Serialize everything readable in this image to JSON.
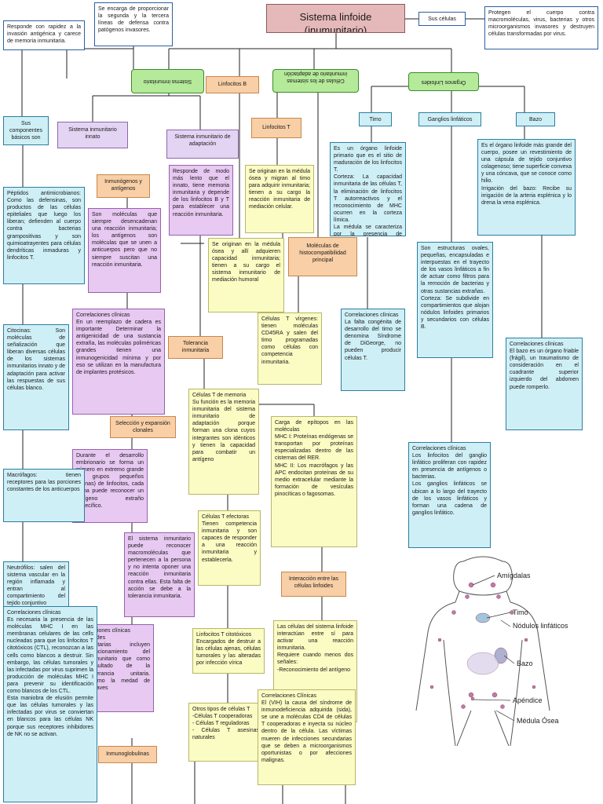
{
  "title": "Sistema linfoide (inumunitario)",
  "sus_celulas": "Sus células",
  "protegen": "Protegen el cuerpo contra macromoléculas, virus, bacterias y otros microorganismos invasores y destruyen células transformadas por virus.",
  "responde_rapidez": "Responde con rapidez a la invasión antigénica y carece de memoria inmunitaria.",
  "se_encarga": "Se encarga de proporcionar la segunda y la tercera líneas de defensa contra patógenos invasores.",
  "sistema_inmunitario": "Sistema inmunitario",
  "linfocitos_b": "Linfocitos B",
  "celulas_sistema": "Células de los sistemas inmunitario de adaptación",
  "organos_linfoides": "Órganos Linfoides",
  "sus_componentes": "Sus componentes básicos son",
  "innato": "Sistema inmunitario innato",
  "adaptacion": "Sistema inmunitario de adaptación",
  "linfocitos_t": "Linfocitos T",
  "timo": "Timo",
  "ganglios": "Ganglios linfáticos",
  "bazo": "Bazo",
  "inmunogenos": "Inmunógenos y antígenos",
  "responde_modo": "Responde de modo más lento que el innato, tiene memoria inmunitaria y depende de los linfocitos B y T para establecer una reacción inmunitaria.",
  "originan_t": "Se originan en la médula ósea y migran al timo para adquirir inmunitaria; tienen a su cargo la reacción inmunitaria de mediación celular.",
  "timo_desc": "Es un órgano linfoide primario que es el sitio de maduración de los linfocitos T.\nCorteza: La capacidad inmunitaria de las células T, la eliminación de linfocitos T autorreactivos y el reconocimiento de MHC ocurren en la corteza límica.\nLa médula se caracteriza por la presencia de corpúsculos de Hassal.",
  "bazo_desc": "Es el órgano linfoide más grande del cuerpo, posee un revestimiento de una cápsula de tejido conjuntivo colagenoso; tiene superficie convexa y una cóncava, que se conoce como hilio.\nIrrigación del bazo: Recibe su irrigación de la arteria esplénica y lo drena la vena esplénica.",
  "peptidos": "Péptidos antimicrobianos: Como las defensinas, son productos de las células epiteliales que luego los liberan; defienden al cuerpo contra bacterias grampositivas y son quimioatrayentes para células dendríticas inmaduras y linfocitos T.",
  "moleculas_ag": "Son moléculas que siempre desencadenan una reacción inmunitaria; los antígenos son moléculas que se unen a anticuerpos pero que no siempre suscitan una reacción inmunitaria.",
  "originan_b": "Se originan en la médula ósea y allí adquieren capacidad inmunitaria; tienen a su cargo el sistema inmunitario de mediación humoral",
  "mhc": "Moléculas de histocompatibilidad principal",
  "ganglios_desc": "Son estructuras ovales, pequeñas, encapsuladas e interpuestas en el trayecto de los vasos linfáticos a fin de actuar como filtros para la remoción de bacterias y otras sustancias extrañas.\nCorteza: Se subdivide en compartimientos que alojan nódulos linfoides primarios y secundarios con células B.",
  "citocinas": "Citocinas: Son moléculas de señalización que liberan diversas células de los sistemas inmunitarios innato y de adaptación para activar las respuestas de sus células blanco.",
  "corr1": "Correlaciones clínicas\nEn un reemplazo de cadera es importante Determinar la antigenicidad de una sustancia extraña, las moléculas poliméricas grandes tienen una inmunogenicidad mínima y por eso se utilizan en la manufactura de implantes protésicos.",
  "tolerancia": "Tolerancia inmunitaria",
  "virgenes": "Células T vírgenes: tienen moléculas CD45RA y salen del timo programadas como células con competencia inmunitaria.",
  "corr_timo": "Correlaciones clínicas\nLa falta congénita de desarrollo del timo se denomina Síndrome de DiGeorge, no pueden producir células T.",
  "corr_bazo": "Correlaciones clínicas\nEl bazo es un órgano friable (frágil), un traumatismo de consideración en el cuadrante superior izquierdo del abdomen puede romperlo.",
  "memoria": "Células T de memoria\nSu función es la memoria inmunitaria del sistema inmunitario de adaptación porque forman una clona cuyos integrantes son idénticos y tienen la capacidad para combatir un antígeno",
  "seleccion": "Selección y expansión clonales",
  "carga": "Carga de epítopos en las moléculas\nMHC I: Proteínas endógenas se transportan por proteínas especializadas dentro de las cisternas del RER.\nMHC II: Los macrófagos y las APC endocitan proteínas de su medio extracelular mediante la formación de vesículas pinocíticas o fagosomas.",
  "durante": "Durante el desarrollo embrionario se forma un número en extremo grande de grupos pequeños (clonas) de linfocitos, cada clona puede reconocer un antígeno extraño específico.",
  "macrofagos": "Macrófagos: tienen receptores para las porciones constantes de los anticuerpos",
  "efectoras": "Células T efectoras\nTienen competencia inmunitaria y son capaces de responder a una reacción inmunitaria y establecerla.",
  "corr_ganglios": "Correlaciones clínicas\nLos linfocitos del ganglio linfático proliferan con rapidez en presencia de antígenos o bacterias.\nLos ganglios linfáticos se ubican a lo largo del trayecto de los vasos linfáticos y forman una cadena de ganglios linfático.",
  "reconocer": "El sistema inmunitario puede reconocer macromoléculas que pertenecen a la persona y no intenta oponer una reacción inmunitaria contra ellas. Esta falta de acción se debe a la tolerancia inmunitaria.",
  "neutrofilos": "Neutrófilos: salen del sistema vascular en la región inflamada y entran al compartimiento del tejido conjuntivo",
  "interaccion": "Interacción entre las células linfoides",
  "corr_mhc": "Correlaciones clínicas\nEs necesaria la presencia de las moléculas MHC I en las membranas celulares de las cells nucleadas para que los linfocitos T citotóxicos (CTL), reconozcan a las cells como blancos a destruir. Sin embargo, las células tumorales y las infectadas por virus suprimen la producción de moléculas MHC I para prevenir su identificación como blancos de los CTL.\nEsta maniobra de elusión permite que las células tumorales y las infectadas por virus se conviertan en blancos para las células NK porque sus receptores inhibidores de NK no se activan.",
  "corr_enf": "laciones clínicas\ndades\nunitarias incluyen funcionamiento del inmunitario que como resultado de la tolerancia unitaria. Como la medad de Graves",
  "citotoxicos": "Linfocitos T citotóxicos\nEncargados de destruir a las células ajenas, células tumorales y las alteradas por infección vírica",
  "interaccion_desc": "Las células del sistema linfoide interactúan entre sí para activar una reacción inmunitaria.\nRequiere cuando menos dos señales:\n-Reconocimiento del antígeno",
  "otros": "Otros tipos de células T\n-Células T cooperadoras\n- Células T reguladoras\n- Células T asesinas naturales",
  "corr_vih": "Correlaciones Clínicas\nEl (VIH) la causa del síndrome de inmunodeficiencia adquirida (sida), se une a moléculas CD4 de células T cooperadoras e inyecta su núcleo dentro de la célula. Las víctimas mueren de infecciones secundarias que se deben a microorganismos oportunistas o por afecciones malignas.",
  "inmunoglobulinas": "Inmunoglobulinas",
  "figure": {
    "labels": [
      "Amígdalas",
      "Timo",
      "Nódulos linfáticos",
      "Bazo",
      "Apéndice",
      "Médula Ósea"
    ]
  }
}
